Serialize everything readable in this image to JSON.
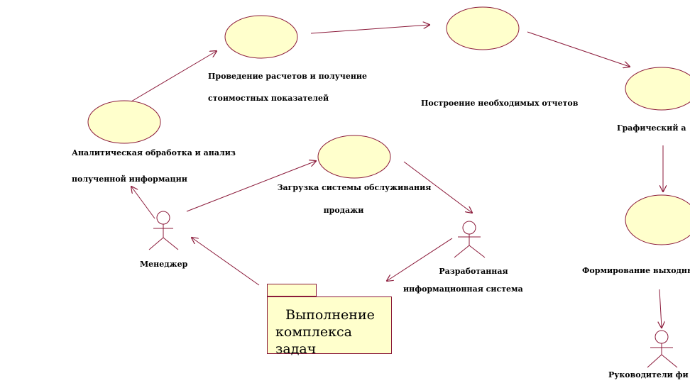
{
  "usecases": {
    "calc": [
      "Проведение расчетов и получение",
      "стоимостных показателей"
    ],
    "reports": "Построение необходимых отчетов",
    "graph": "Графический  а",
    "analysis": [
      "Аналитическая обработка  и анализ",
      "полученной информации"
    ],
    "load": [
      "Загрузка  системы обслуживания",
      "продажи"
    ],
    "output": "Формирование выходных  д"
  },
  "actors": {
    "manager": "Менеджер",
    "system": [
      "Разработанная",
      "информационная  система"
    ],
    "heads": "Руководители  фи"
  },
  "package": {
    "title_line1": "Выполнение",
    "title_line2": "комплекса задач"
  },
  "colors": {
    "line": "#8b1a3a",
    "fill": "#ffffcc"
  }
}
